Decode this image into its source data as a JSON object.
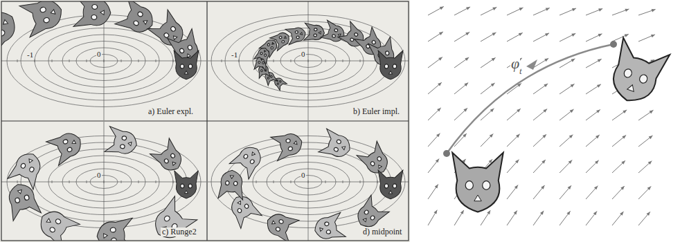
{
  "diagram": {
    "labels": [
      "-1",
      "0",
      "a) Euler expl.",
      "-1",
      "0",
      "b) Euler impl.",
      "0",
      "c) Runge2",
      "0",
      "d) midpoint",
      "φ",
      "t"
    ]
  }
}
